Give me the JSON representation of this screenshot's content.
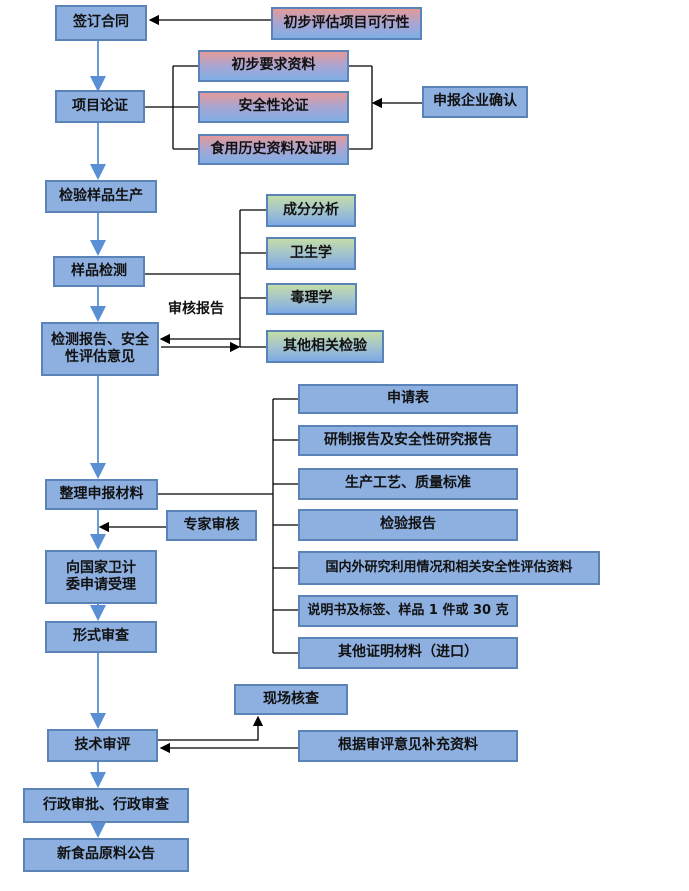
{
  "main_flow": {
    "sign_contract": "签订合同",
    "project_demo": "项目论证",
    "sample_production": "检验样品生产",
    "sample_testing": "样品检测",
    "test_report": "检测报告、安全性评估意见",
    "organize_materials": "整理申报材料",
    "submit_acceptance": "向国家卫计委申请受理",
    "formal_review": "形式审查",
    "technical_review": "技术审评",
    "admin_approval": "行政审批、行政审查",
    "announcement": "新食品原料公告"
  },
  "side": {
    "feasibility": "初步评估项目可行性",
    "preliminary_data": "初步要求资料",
    "safety_demo": "安全性论证",
    "food_history": "食用历史资料及证明",
    "enterprise_confirm": "申报企业确认",
    "composition": "成分分析",
    "hygiene": "卫生学",
    "toxicology": "毒理学",
    "other_tests": "其他相关检验",
    "review_report_label": "审核报告",
    "expert_review": "专家审核",
    "onsite_check": "现场核查",
    "supplement": "根据审评意见补充资料"
  },
  "materials": [
    "申请表",
    "研制报告及安全性研究报告",
    "生产工艺、质量标准",
    "检验报告",
    "国内外研究利用情况和相关安全性评估资料",
    "说明书及标签、样品 1 件或 30 克",
    "其他证明材料（进口）"
  ]
}
